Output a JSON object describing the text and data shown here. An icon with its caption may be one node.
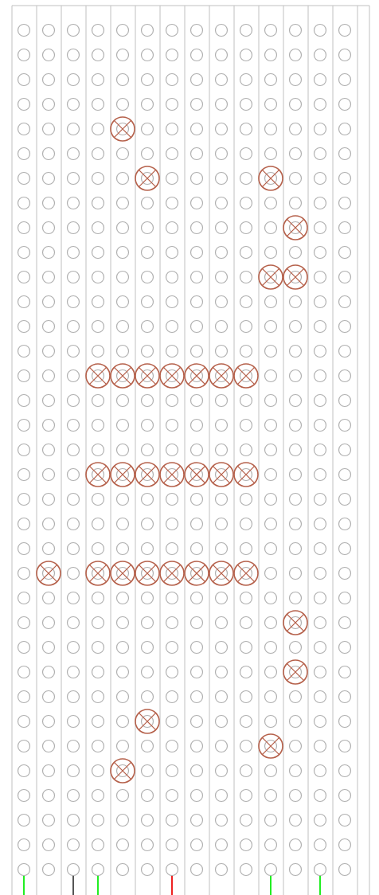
{
  "diagram": {
    "nodes": [
      {
        "text": [],
        "shape": "circle"
      },
      {
        "text": [],
        "shape": "circle"
      },
      {
        "text": [],
        "shape": "circle"
      },
      {
        "text": [],
        "shape": "circle"
      },
      {
        "text": [],
        "shape": "circle"
      },
      {
        "text": [],
        "shape": "circle"
      }
    ],
    "edges": [
      {
        "from": null,
        "to": 0,
        "arrow": "none"
      },
      {
        "from": null,
        "to": 1,
        "arrow": "none",
        "color": "#555555"
      },
      {
        "from": null,
        "to": 2,
        "arrow": "none"
      },
      {
        "from": null,
        "to": 3,
        "arrow": "none",
        "color": "#ee2222"
      },
      {
        "from": null,
        "to": 4,
        "arrow": "none"
      },
      {
        "from": null,
        "to": 5,
        "arrow": "none"
      }
    ]
  }
}
